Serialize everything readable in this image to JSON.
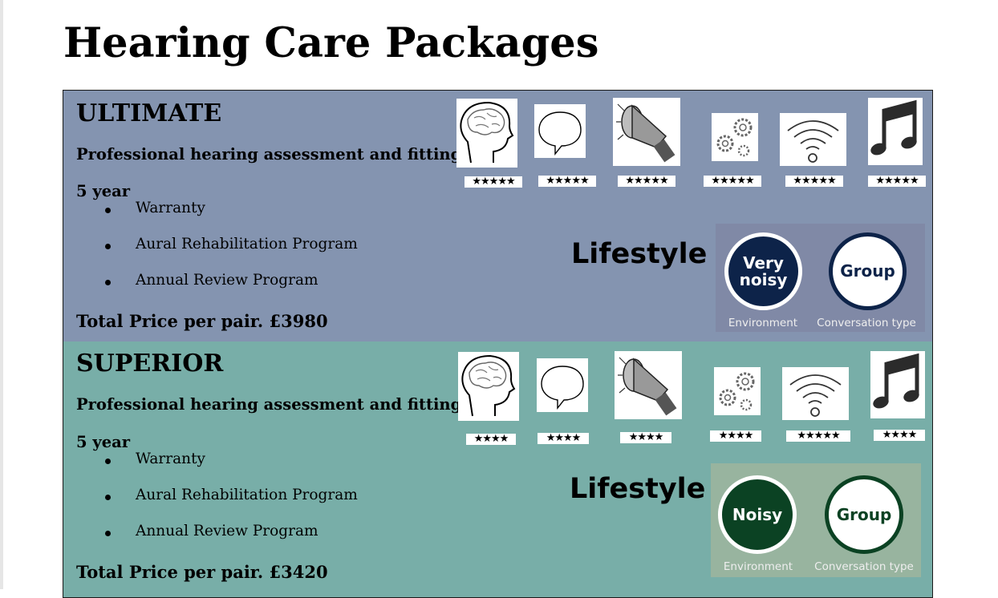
{
  "page": {
    "title": "Hearing Care Packages"
  },
  "packages": [
    {
      "name": "ULTIMATE",
      "assessment": "Professional hearing assessment and fitting",
      "years": "5 year",
      "benefits": [
        "Warranty",
        "Aural Rehabilitation Program",
        "Annual Review Program"
      ],
      "price": "Total Price per pair. £3980",
      "features": [
        {
          "icon": "brain-icon",
          "rating": "★★★★★",
          "stars": 5
        },
        {
          "icon": "speech-bubble-icon",
          "rating": "★★★★★",
          "stars": 5
        },
        {
          "icon": "megaphone-icon",
          "rating": "★★★★★",
          "stars": 5
        },
        {
          "icon": "gears-icon",
          "rating": "★★★★★",
          "stars": 5
        },
        {
          "icon": "wireless-signal-icon",
          "rating": "★★★★★",
          "stars": 5
        },
        {
          "icon": "music-note-icon",
          "rating": "★★★★★",
          "stars": 5
        }
      ],
      "lifestyle": {
        "heading": "Lifestyle",
        "environment": {
          "value": "Very noisy",
          "caption": "Environment"
        },
        "conversation": {
          "value": "Group",
          "caption": "Conversation type"
        }
      },
      "colors": {
        "panel": "#8494b0",
        "lifestyle_panel": "#8089a6",
        "env_badge": "#0d2349",
        "text_accent": "#0d2349"
      }
    },
    {
      "name": "SUPERIOR",
      "assessment": "Professional hearing assessment and fitting",
      "years": "5 year",
      "benefits": [
        "Warranty",
        "Aural Rehabilitation Program",
        "Annual Review Program"
      ],
      "price": "Total Price per pair. £3420",
      "features": [
        {
          "icon": "brain-icon",
          "rating": "★★★★",
          "stars": 4
        },
        {
          "icon": "speech-bubble-icon",
          "rating": "★★★★",
          "stars": 4
        },
        {
          "icon": "megaphone-icon",
          "rating": "★★★★",
          "stars": 4
        },
        {
          "icon": "gears-icon",
          "rating": "★★★★",
          "stars": 4
        },
        {
          "icon": "wireless-signal-icon",
          "rating": "★★★★★",
          "stars": 5
        },
        {
          "icon": "music-note-icon",
          "rating": "★★★★",
          "stars": 4
        }
      ],
      "lifestyle": {
        "heading": "Lifestyle",
        "environment": {
          "value": "Noisy",
          "caption": "Environment"
        },
        "conversation": {
          "value": "Group",
          "caption": "Conversation type"
        }
      },
      "colors": {
        "panel": "#78aea8",
        "lifestyle_panel": "#98b49f",
        "env_badge": "#0b4223",
        "text_accent": "#0b4223"
      }
    }
  ]
}
